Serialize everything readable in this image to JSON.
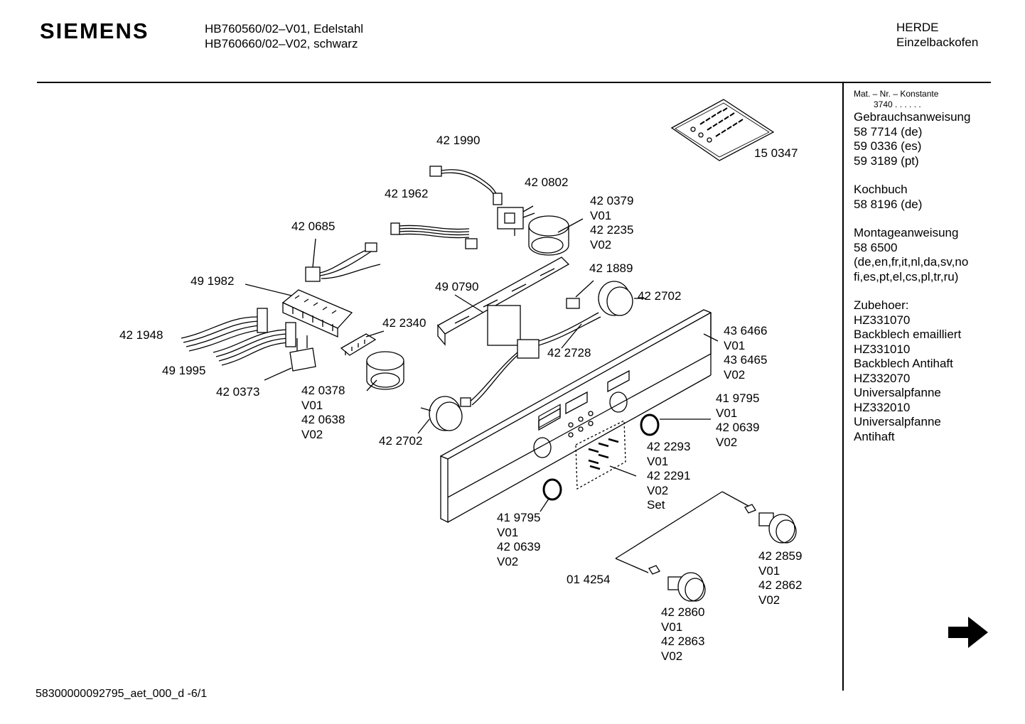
{
  "header": {
    "brand": "SIEMENS",
    "models": [
      "HB760560/02–V01, Edelstahl",
      "HB760660/02–V02, schwarz"
    ],
    "category": [
      "HERDE",
      "Einzelbackofen"
    ]
  },
  "sidebar": {
    "mat_header": "Mat. – Nr. – Konstante",
    "mat_value": "3740 . . . . . .",
    "groups": [
      [
        "Gebrauchsanweisung",
        "58 7714 (de)",
        "59 0336 (es)",
        "59 3189 (pt)"
      ],
      [
        "Kochbuch",
        "58 8196 (de)"
      ],
      [
        "Montageanweisung",
        "58 6500",
        "(de,en,fr,it,nl,da,sv,no",
        "fi,es,pt,el,cs,pl,tr,ru)"
      ],
      [
        "Zubehoer:",
        "HZ331070",
        "Backblech emailliert",
        "HZ331010",
        "Backblech Antihaft",
        "HZ332070",
        "Universalpfanne",
        "HZ332010",
        "Universalpfanne",
        "Antihaft"
      ]
    ]
  },
  "parts": [
    [
      "42 1990"
    ],
    [
      "42 0802"
    ],
    [
      "42 1962"
    ],
    [
      "42 0685"
    ],
    [
      "42 0379",
      "V01",
      "42 2235",
      "V02"
    ],
    [
      "49 1982"
    ],
    [
      "42 1889"
    ],
    [
      "49 0790"
    ],
    [
      "42 2702"
    ],
    [
      "42 1948"
    ],
    [
      "42 2340"
    ],
    [
      "42 2728"
    ],
    [
      "43 6466",
      "V01",
      "43 6465",
      "V02"
    ],
    [
      "49 1995"
    ],
    [
      "42 0373"
    ],
    [
      "42 0378",
      "V01",
      "42 0638",
      "V02"
    ],
    [
      "41 9795",
      "V01",
      "42 0639",
      "V02"
    ],
    [
      "42 2702"
    ],
    [
      "42 2293",
      "V01",
      "42 2291",
      "V02",
      "Set"
    ],
    [
      "41 9795",
      "V01",
      "42 0639",
      "V02"
    ],
    [
      "42 2859",
      "V01",
      "42 2862",
      "V02"
    ],
    [
      "01 4254"
    ],
    [
      "42 2860",
      "V01",
      "42 2863",
      "V02"
    ],
    [
      "15 0347"
    ]
  ],
  "footer": "58300000092795_aet_000_d  -6/1"
}
